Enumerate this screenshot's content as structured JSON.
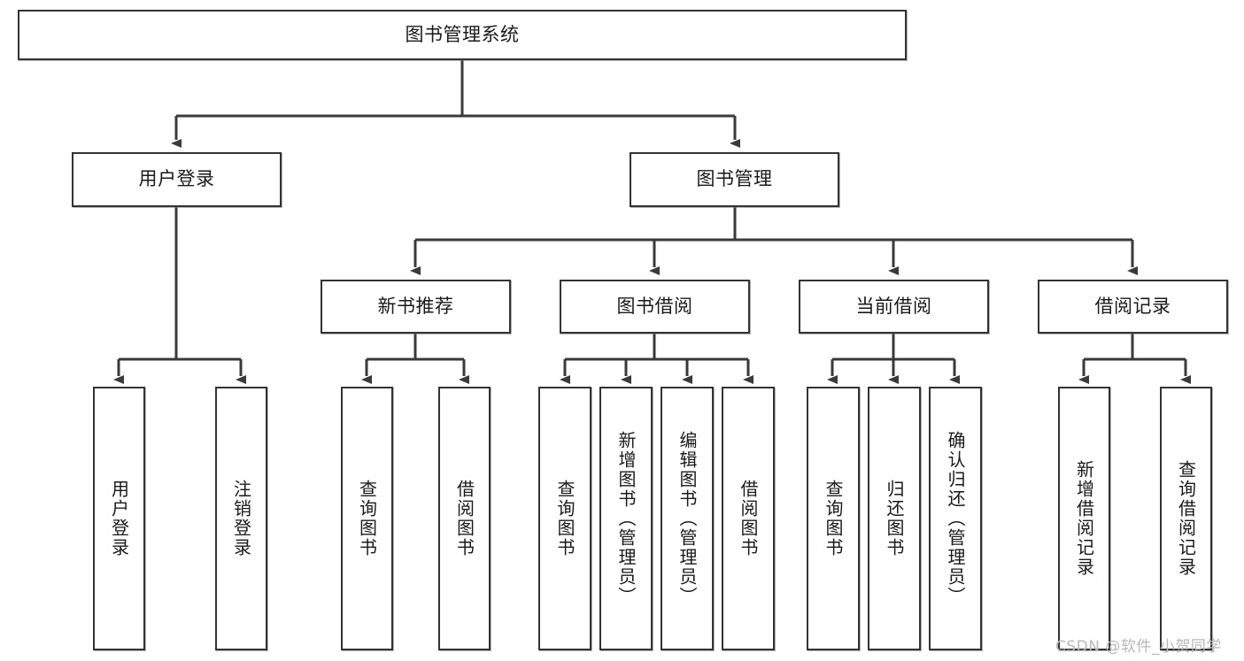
{
  "diagram": {
    "title_text": "图书管理系统",
    "watermark": "CSDN @软件_小贺同学",
    "colors": {
      "border": "#333333",
      "text": "#1a1a1a",
      "connector": "#3a3a3a",
      "background": "#ffffff",
      "watermark": "#b9b9b9"
    },
    "nodes": {
      "root": {
        "label": "图书管理系统"
      },
      "level2": [
        {
          "id": "user-login",
          "label": "用户登录"
        },
        {
          "id": "book-manage",
          "label": "图书管理"
        }
      ],
      "level3": [
        {
          "id": "new-book-recommend",
          "label": "新书推荐"
        },
        {
          "id": "book-borrow",
          "label": "图书借阅"
        },
        {
          "id": "current-borrow",
          "label": "当前借阅"
        },
        {
          "id": "borrow-record",
          "label": "借阅记录"
        }
      ],
      "leaves": {
        "user-login": [
          {
            "id": "leaf-user-login",
            "label": "用户登录"
          },
          {
            "id": "leaf-logout-login",
            "label": "注销登录"
          }
        ],
        "new-book-recommend": [
          {
            "id": "leaf-query-book-1",
            "label": "查询图书"
          },
          {
            "id": "leaf-borrow-book-1",
            "label": "借阅图书"
          }
        ],
        "book-borrow": [
          {
            "id": "leaf-query-book-2",
            "label": "查询图书"
          },
          {
            "id": "leaf-add-book",
            "label": "新增图书（管理员）"
          },
          {
            "id": "leaf-edit-book",
            "label": "编辑图书（管理员）"
          },
          {
            "id": "leaf-borrow-book-2",
            "label": "借阅图书"
          }
        ],
        "current-borrow": [
          {
            "id": "leaf-query-book-3",
            "label": "查询图书"
          },
          {
            "id": "leaf-return-book",
            "label": "归还图书"
          },
          {
            "id": "leaf-confirm-return",
            "label": "确认归还（管理员）"
          }
        ],
        "borrow-record": [
          {
            "id": "leaf-add-record",
            "label": "新增借阅记录"
          },
          {
            "id": "leaf-query-record",
            "label": "查询借阅记录"
          }
        ]
      }
    }
  }
}
